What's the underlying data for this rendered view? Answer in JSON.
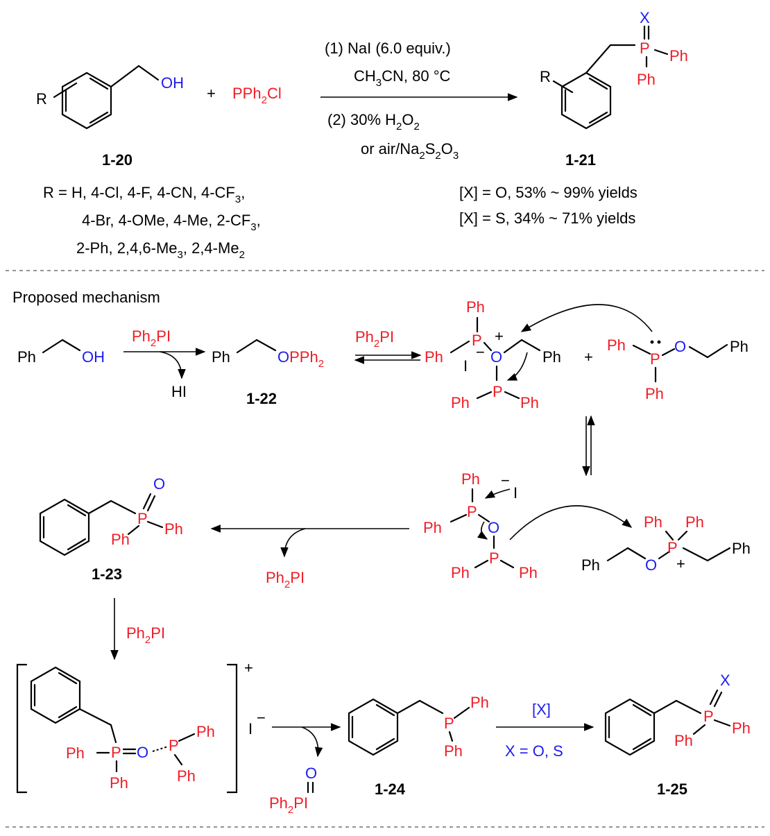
{
  "top_reaction": {
    "r_label": "R",
    "oh": "OH",
    "plus": "+",
    "reagent": "PPh",
    "reagent_sub": "2",
    "reagent_end": "Cl",
    "step1_a": "(1) NaI (6.0 equiv.)",
    "step1_b1": "CH",
    "step1_b_sub": "3",
    "step1_b2": "CN, 80 °C",
    "step2_a1": "(2) 30% H",
    "step2_a_sub": "2",
    "step2_a2": "O",
    "step2_a_sub2": "2",
    "step2_b1": "or air/Na",
    "step2_b_sub": "2",
    "step2_b2": "S",
    "step2_b_sub2": "2",
    "step2_b3": "O",
    "step2_b_sub3": "3",
    "sm_label": "1-20",
    "product_label": "1-21",
    "product_x": "X",
    "product_p": "P",
    "product_ph1": "Ph",
    "product_ph2": "Ph",
    "product_r": "R",
    "r_list_1": "R = H, 4-Cl, 4-F, 4-CN, 4-CF",
    "r_list_1_sub": "3",
    "r_list_1_end": ",",
    "r_list_2": "4-Br, 4-OMe, 4-Me, 2-CF",
    "r_list_2_sub": "3",
    "r_list_2_end": ",",
    "r_list_3": "2-Ph, 2,4,6-Me",
    "r_list_3_sub": "3",
    "r_list_3_mid": ", 2,4-Me",
    "r_list_3_sub2": "2",
    "yield_o": "[X] = O, 53% ~ 99% yields",
    "yield_s": "[X] = S, 34% ~ 71% yields"
  },
  "mechanism": {
    "title": "Proposed mechanism",
    "ph2pi": "Ph",
    "ph2pi_sub": "2",
    "ph2pi_end": "PI",
    "ph": "Ph",
    "oh": "OH",
    "o": "O",
    "p": "P",
    "i": "I",
    "hi": "HI",
    "pph2": "PPh",
    "pph2_sub": "2",
    "plus": "+",
    "minus": "−",
    "label_22": "1-22",
    "label_23": "1-23",
    "label_24": "1-24",
    "label_25": "1-25",
    "x": "X",
    "cond_x": "[X]",
    "cond_x_eq": "X = O, S",
    "byproduct": "Ph",
    "byproduct_sub": "2",
    "byproduct_end": "PI",
    "byproduct_o": "O"
  },
  "colors": {
    "phosphorus": "#ee1c25",
    "oxygen": "#1c1cee",
    "bond": "#000000"
  }
}
